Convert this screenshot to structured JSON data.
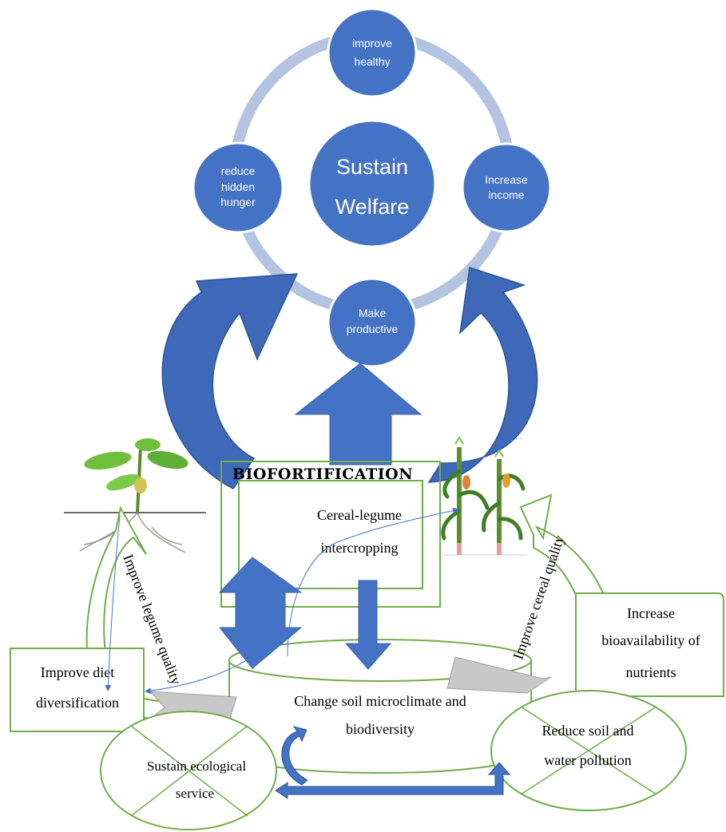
{
  "colors": {
    "node_blue": "#4472C4",
    "ring": "#B4C3E1",
    "arrow_blue": "#4472C4",
    "arrow_dark": "#2E5597",
    "box_green": "#70AD47",
    "gray_arrow": "#C8C8C8",
    "connector": "#4472C4"
  },
  "cycle": {
    "center": [
      "Sustain",
      "Welfare"
    ],
    "top": [
      "improve",
      "healthy"
    ],
    "right": [
      "Increase",
      "income"
    ],
    "left": [
      "reduce",
      "hidden",
      "hunger"
    ],
    "bottom": [
      "Make",
      "productive"
    ]
  },
  "biofortification": "BIOFORTIFICATION",
  "intercropping": [
    "Cereal-legume",
    "intercropping"
  ],
  "soil": [
    "Change soil microclimate and",
    "biodiversity"
  ],
  "diet": [
    "Improve diet",
    "diversification"
  ],
  "bioavailability": [
    "Increase",
    "bioavailability of",
    "nutrients"
  ],
  "ecological": [
    "Sustain ecological",
    "service"
  ],
  "pollution": [
    "Reduce soil and",
    "water pollution"
  ],
  "legume_quality": "Improve legume quality",
  "cereal_quality": "Improve cereal quality",
  "icons": {
    "legume_plant": "legume-plant-icon",
    "maize_plant": "maize-plant-icon"
  }
}
